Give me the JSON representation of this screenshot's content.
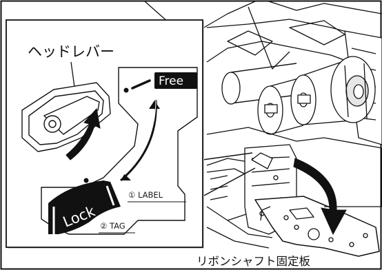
{
  "callout": {
    "title": "ヘッドレバー",
    "free_label": "Free",
    "lock_label": "Lock",
    "position_1": "① LABEL",
    "position_2": "② TAG"
  },
  "caption": "リボンシャフト固定板",
  "colors": {
    "ink": "#111111",
    "label_fill": "#111111",
    "paper": "#ffffff",
    "shade": "#e6e6e6"
  }
}
